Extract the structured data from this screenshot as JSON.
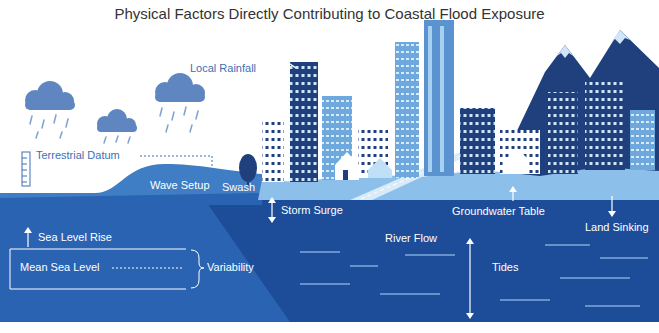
{
  "diagram": {
    "title": "Physical Factors Directly Contributing to Coastal Flood Exposure",
    "labels": [
      "Local Rainfall",
      "Terrestrial Datum",
      "Wave Setup",
      "Swash",
      "Storm Surge",
      "Groundwater Table",
      "Land Sinking",
      "Sea Level Rise",
      "River Flow",
      "Mean Sea Level",
      "Variability",
      "Tides"
    ]
  }
}
